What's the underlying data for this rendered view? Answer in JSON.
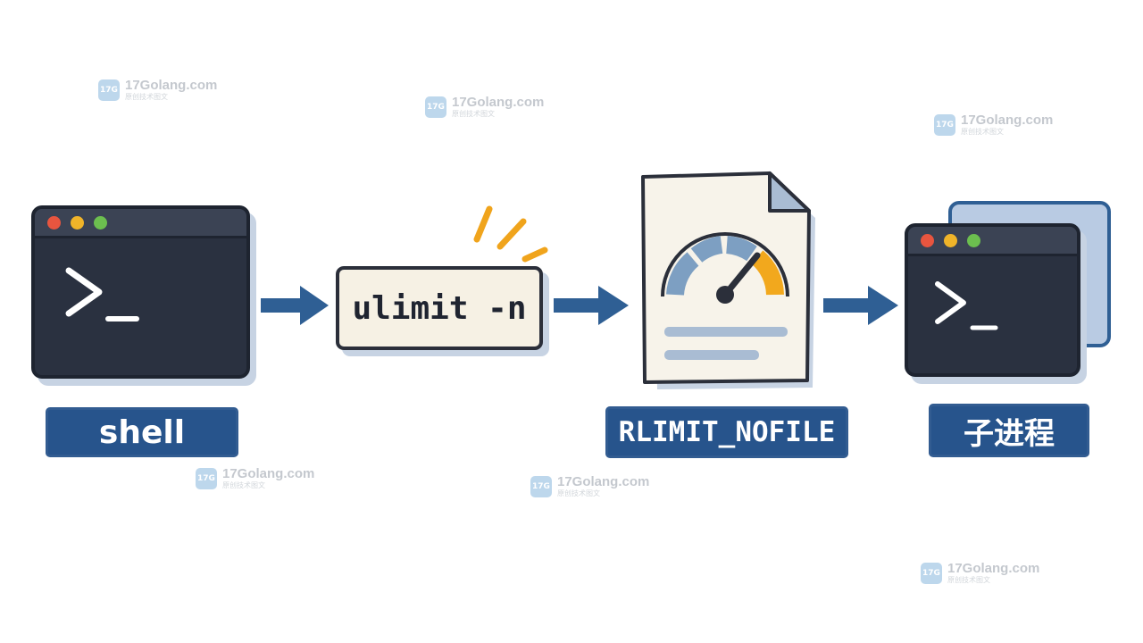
{
  "nodes": {
    "shell": {
      "label": "shell",
      "prompt": ">_"
    },
    "command": {
      "text": "ulimit -n"
    },
    "resource": {
      "label": "RLIMIT_NOFILE"
    },
    "child": {
      "label": "子进程",
      "prompt": ">_"
    }
  },
  "watermark": {
    "text": "17Golang.com",
    "subtext": "原创技术图文",
    "logo": "17G"
  },
  "colors": {
    "banner": "#27548c",
    "arrow": "#2f5f94",
    "terminal": "#2a3140",
    "dot_red": "#e8553f",
    "dot_yellow": "#f0b429",
    "dot_green": "#6cbf4f",
    "gauge_accent": "#f2a81d",
    "gauge_blue": "#7d9fc2"
  },
  "icons": [
    "terminal-window-icon",
    "arrow-right-icon",
    "spark-icon",
    "document-icon",
    "gauge-icon"
  ]
}
